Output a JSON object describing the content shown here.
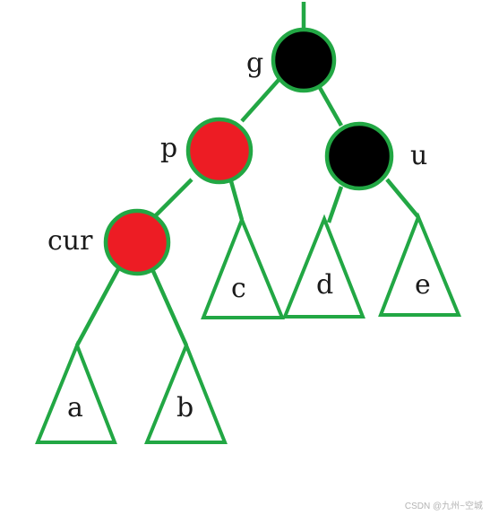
{
  "colors": {
    "edge": "#22a744",
    "red": "#ed1c24",
    "black": "#000000"
  },
  "nodes": {
    "g": {
      "label": "g",
      "color": "black"
    },
    "p": {
      "label": "p",
      "color": "red"
    },
    "u": {
      "label": "u",
      "color": "black"
    },
    "cur": {
      "label": "cur",
      "color": "red"
    }
  },
  "subtrees": {
    "a": {
      "label": "a"
    },
    "b": {
      "label": "b"
    },
    "c": {
      "label": "c"
    },
    "d": {
      "label": "d"
    },
    "e": {
      "label": "e"
    }
  },
  "watermark": "CSDN @九州~空城"
}
